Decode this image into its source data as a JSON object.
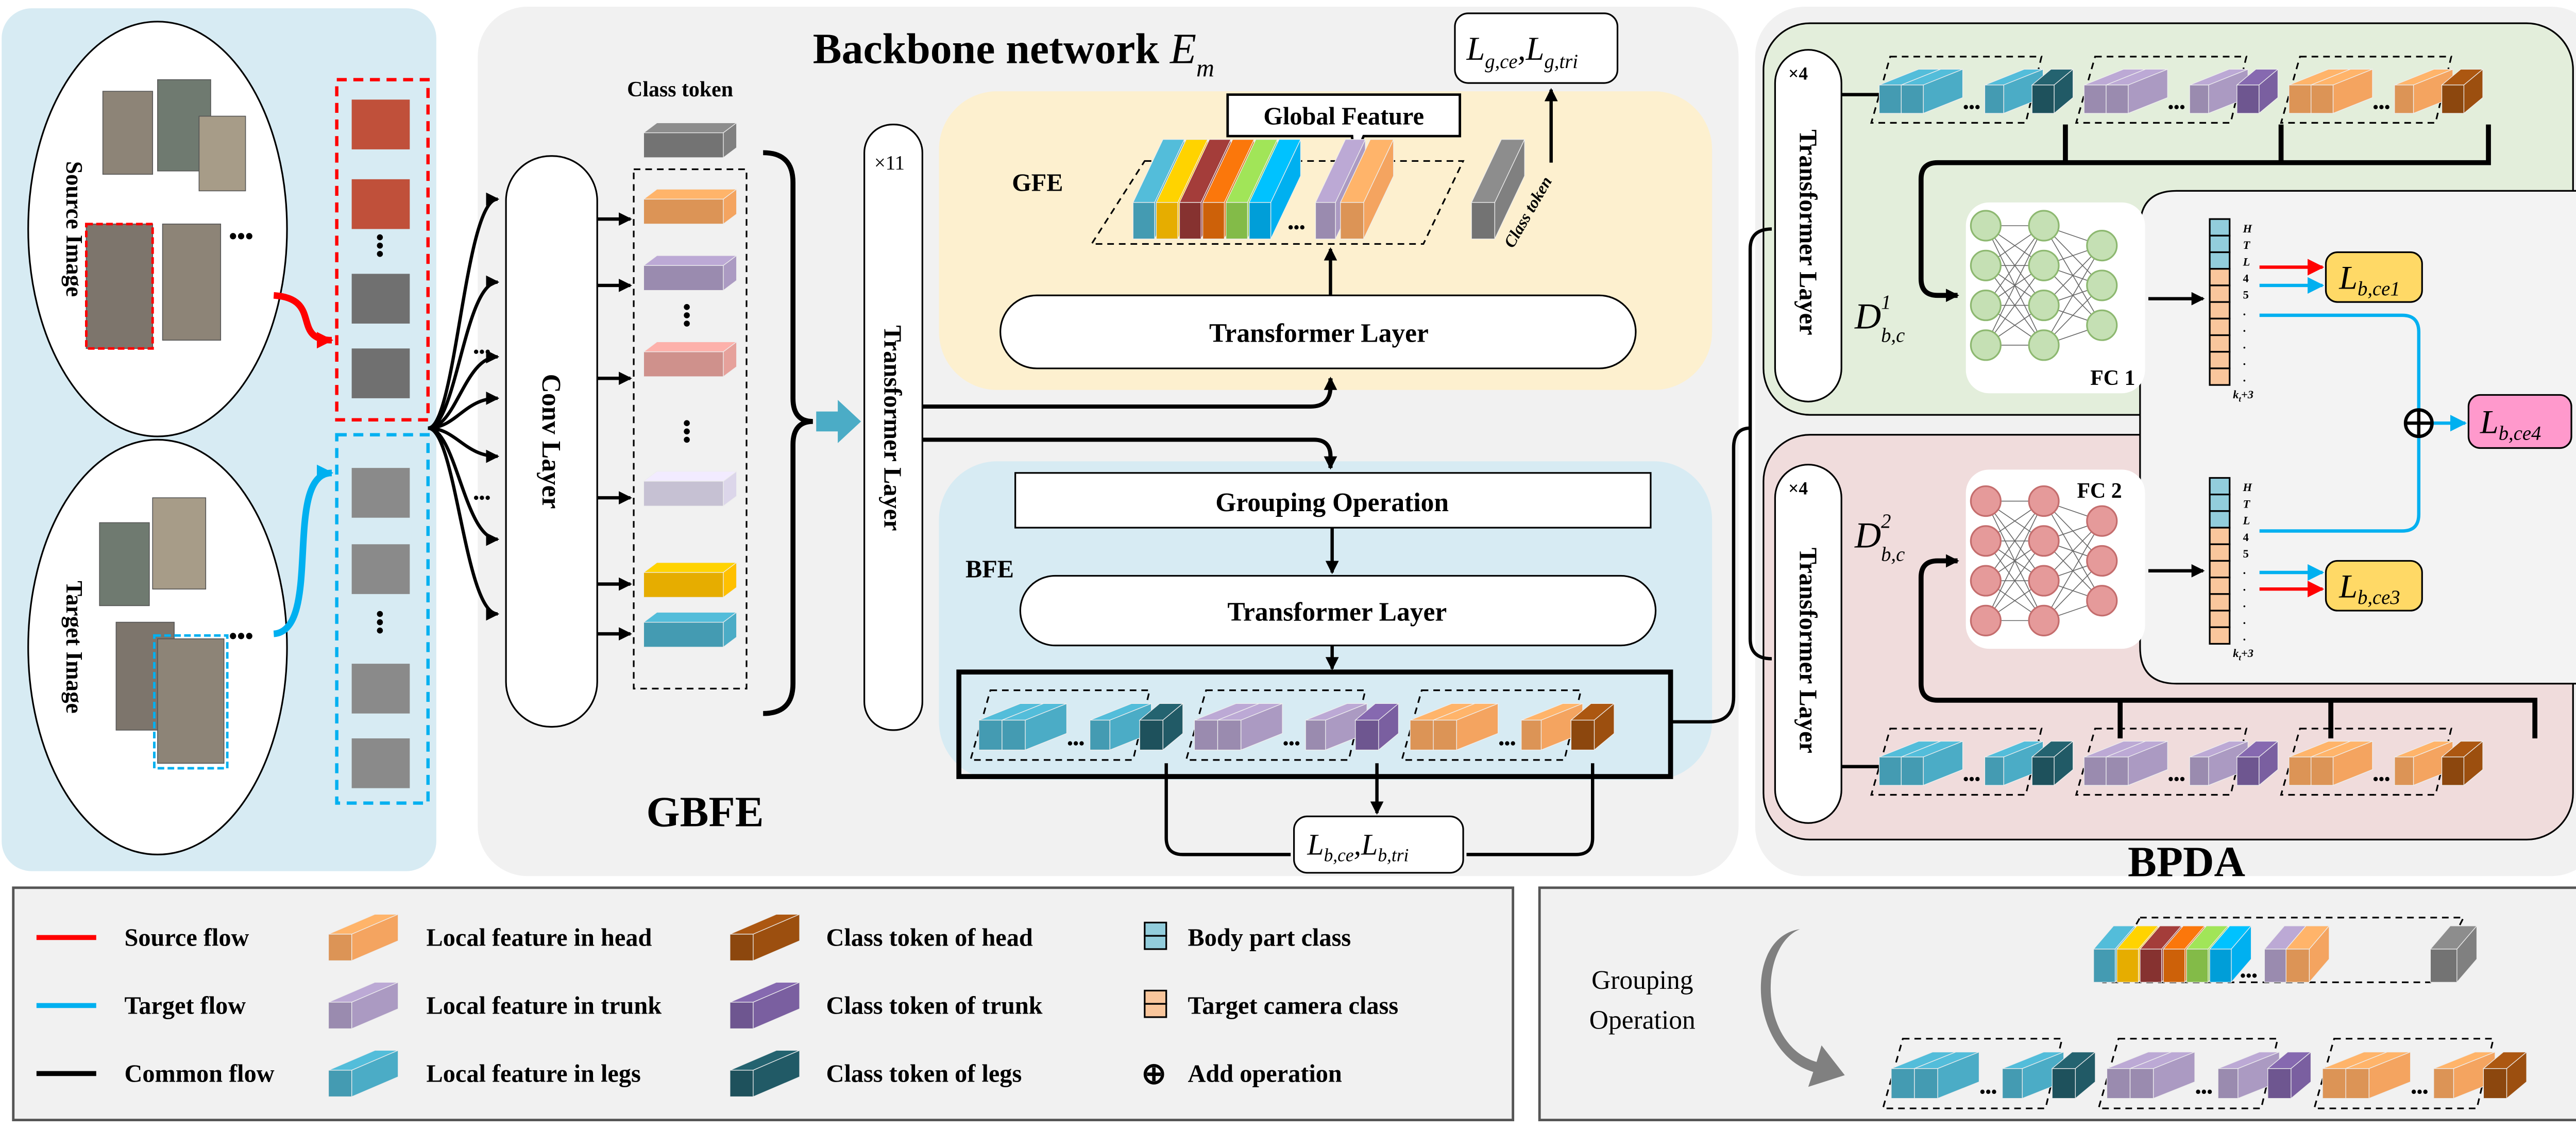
{
  "colors": {
    "source": "#ff0000",
    "target": "#00b0f0",
    "common": "#000000",
    "head": "#f4a460",
    "trunk": "#ab9ac2",
    "legs": "#4bacc6",
    "cls_head": "#9c4f0f",
    "cls_trunk": "#7a5fa0",
    "cls_legs": "#215a66",
    "cls": "#808080",
    "yellow": "#ffc000",
    "darkred": "#953735",
    "orange": "#e46c0a",
    "green": "#92d050",
    "cyan": "#00b0f0",
    "pink": "#e6a19b",
    "lavender": "#dcd6ea",
    "body_part": "#92cddc",
    "camera": "#f9c69c"
  },
  "input": {
    "source_label": "Source Image",
    "target_label": "Target Image",
    "dots": "•••"
  },
  "backbone": {
    "title": "Backbone network ",
    "title_sym": "E",
    "title_sub": "m",
    "class_token_label": "Class token",
    "conv_layer": "Conv Layer",
    "transformer_x11": "×11",
    "transformer_layer": "Transformer Layer",
    "gbfe_label": "GBFE",
    "global_loss": {
      "l1": "L",
      "s1": "g,ce",
      "sep": ",",
      "l2": "L",
      "s2": "g,tri"
    },
    "gfe": {
      "label": "GFE",
      "callout": "Global Feature",
      "transformer": "Transformer Layer",
      "class_token": "Class token"
    },
    "bfe": {
      "label": "BFE",
      "grouping": "Grouping Operation",
      "transformer": "Transformer Layer"
    },
    "part_loss": {
      "l1": "L",
      "s1": "b,ce",
      "sep": ",",
      "l2": "L",
      "s2": "b,tri"
    }
  },
  "bpda": {
    "label": "BPDA",
    "x4": "×4",
    "transformer_layer": "Transformer Layer",
    "d1": {
      "main": "D",
      "sub": "b,c",
      "sup": "1"
    },
    "d2": {
      "main": "D",
      "sub": "b,c",
      "sup": "2"
    },
    "fc1": "FC 1",
    "fc2": "FC 2",
    "vector_labels": [
      "H",
      "T",
      "L",
      "4",
      "5",
      ".",
      ".",
      ".",
      ".",
      "."
    ],
    "vector_end": "k",
    "vector_end_sub": "t",
    "vector_end_suffix": "+3",
    "loss_ce1": {
      "main": "L",
      "sub": "b,ce1",
      "color": "#ffd966"
    },
    "loss_ce3": {
      "main": "L",
      "sub": "b,ce3",
      "color": "#ffd966"
    },
    "loss_ce4": {
      "main": "L",
      "sub": "b,ce4",
      "color": "#ff99cc"
    },
    "add_symbol": "⊕"
  },
  "legend": {
    "flows": [
      "Source flow",
      "Target flow",
      "Common flow"
    ],
    "local": [
      "Local feature in head",
      "Local feature in trunk",
      "Local feature in legs"
    ],
    "tokens": [
      "Class token of head",
      "Class token of trunk",
      "Class token of legs"
    ],
    "classes": [
      "Body part class",
      "Target camera class",
      "Add operation"
    ],
    "grouping_label_1": "Grouping",
    "grouping_label_2": "Operation"
  }
}
